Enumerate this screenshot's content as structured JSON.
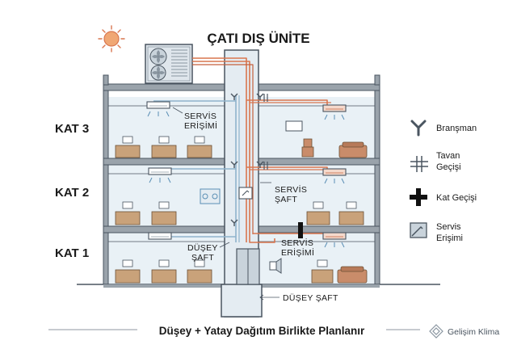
{
  "title": "ÇATI DIŞ ÜNİTE",
  "floors": [
    "KAT 3",
    "KAT 2",
    "KAT 1"
  ],
  "callouts": {
    "servis_erisimi_top": [
      "SERVİS",
      "ERİŞİMİ"
    ],
    "servis_saft_mid": [
      "SERVİS",
      "ŞAFT"
    ],
    "dusey_saft_left": [
      "DÜŞEY",
      "ŞAFT"
    ],
    "servis_erisimi_low": [
      "SERVİS",
      "ERİŞİMİ"
    ],
    "dusey_saft_bottom": "DÜŞEY ŞAFT"
  },
  "legend": [
    {
      "icon": "branch-y-icon",
      "label": [
        "Branşman"
      ]
    },
    {
      "icon": "ceiling-pass-icon",
      "label": [
        "Tavan",
        "Geçişi"
      ]
    },
    {
      "icon": "floor-pass-icon",
      "label": [
        "Kat Geçişi"
      ]
    },
    {
      "icon": "service-access-icon",
      "label": [
        "Servis",
        "Erişimi"
      ]
    }
  ],
  "footer": "Düşey + Yatay Dağıtım Birlikte Planlanır",
  "brand": "Gelişim Klima",
  "colors": {
    "copper": "#d9764f",
    "pipe_blue": "#8fb3cc",
    "wall": "#7f8891",
    "floor_fill": "#e9f1f6",
    "desk": "#c9a27a",
    "sofa": "#c98c6a",
    "sun": "#f0a774"
  }
}
